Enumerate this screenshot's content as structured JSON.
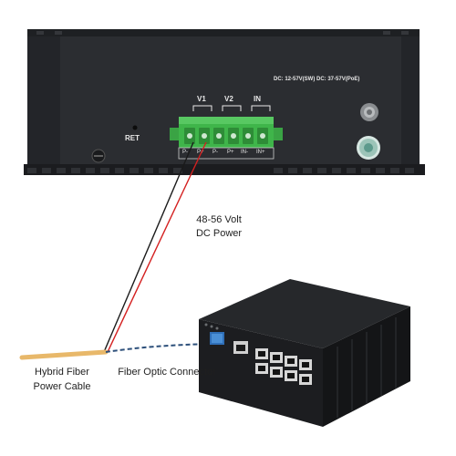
{
  "panel": {
    "reset_label": "RET",
    "dc_label_prefix": "DC: 12-57V(SW)",
    "dc_label_suffix": "DC: 37-57V(PoE)",
    "voltage_labels": [
      "V1",
      "V2",
      "IN"
    ],
    "pin_labels": [
      "P-",
      "P+",
      "P-",
      "P+",
      "IN-",
      "IN+"
    ]
  },
  "annotations": {
    "power_title": "48-56 Volt",
    "power_subtitle": "DC Power",
    "cable_line1": "Hybrid Fiber",
    "cable_line2": "Power Cable",
    "connector_label": "Fiber Optic Connector"
  },
  "colors": {
    "panel": "#2a2c30",
    "terminal_block": "#3fb54a",
    "cable_red": "#d42020",
    "cable_black": "#1a1a1a",
    "fiber_cable": "#e8b86a",
    "fiber_dash": "#2c4f7a"
  }
}
